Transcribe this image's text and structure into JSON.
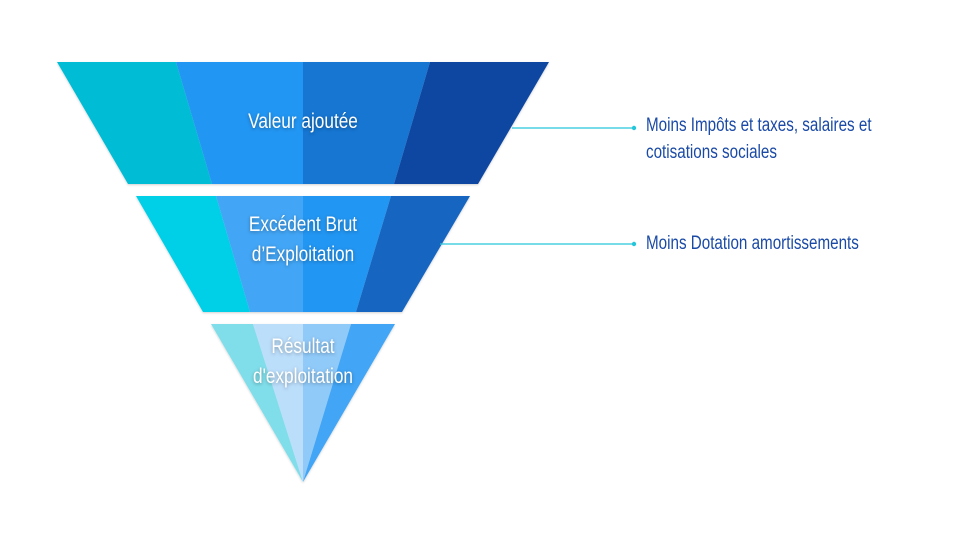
{
  "diagram": {
    "type": "inverted-funnel",
    "layers": [
      {
        "label_lines": [
          "Valeur ajoutée"
        ],
        "colors": [
          "#00bcd4",
          "#2196f3",
          "#1976d2",
          "#0d47a1"
        ]
      },
      {
        "label_lines": [
          "Excédent Brut",
          "d’Exploitation"
        ],
        "colors": [
          "#00cfe8",
          "#42a5f5",
          "#2196f3",
          "#1565c0"
        ]
      },
      {
        "label_lines": [
          "Résultat",
          "d'exploitation"
        ],
        "colors": [
          "#80deea",
          "#bbdefb",
          "#90caf9",
          "#42a5f5"
        ]
      }
    ],
    "annotations": [
      {
        "lines": [
          "Moins Impôts et taxes, salaires et",
          "cotisations sociales"
        ]
      },
      {
        "lines": [
          "Moins Dotation amortissements"
        ]
      }
    ],
    "connector_color": "#26c6da",
    "annotation_color": "#1a4aa6"
  }
}
